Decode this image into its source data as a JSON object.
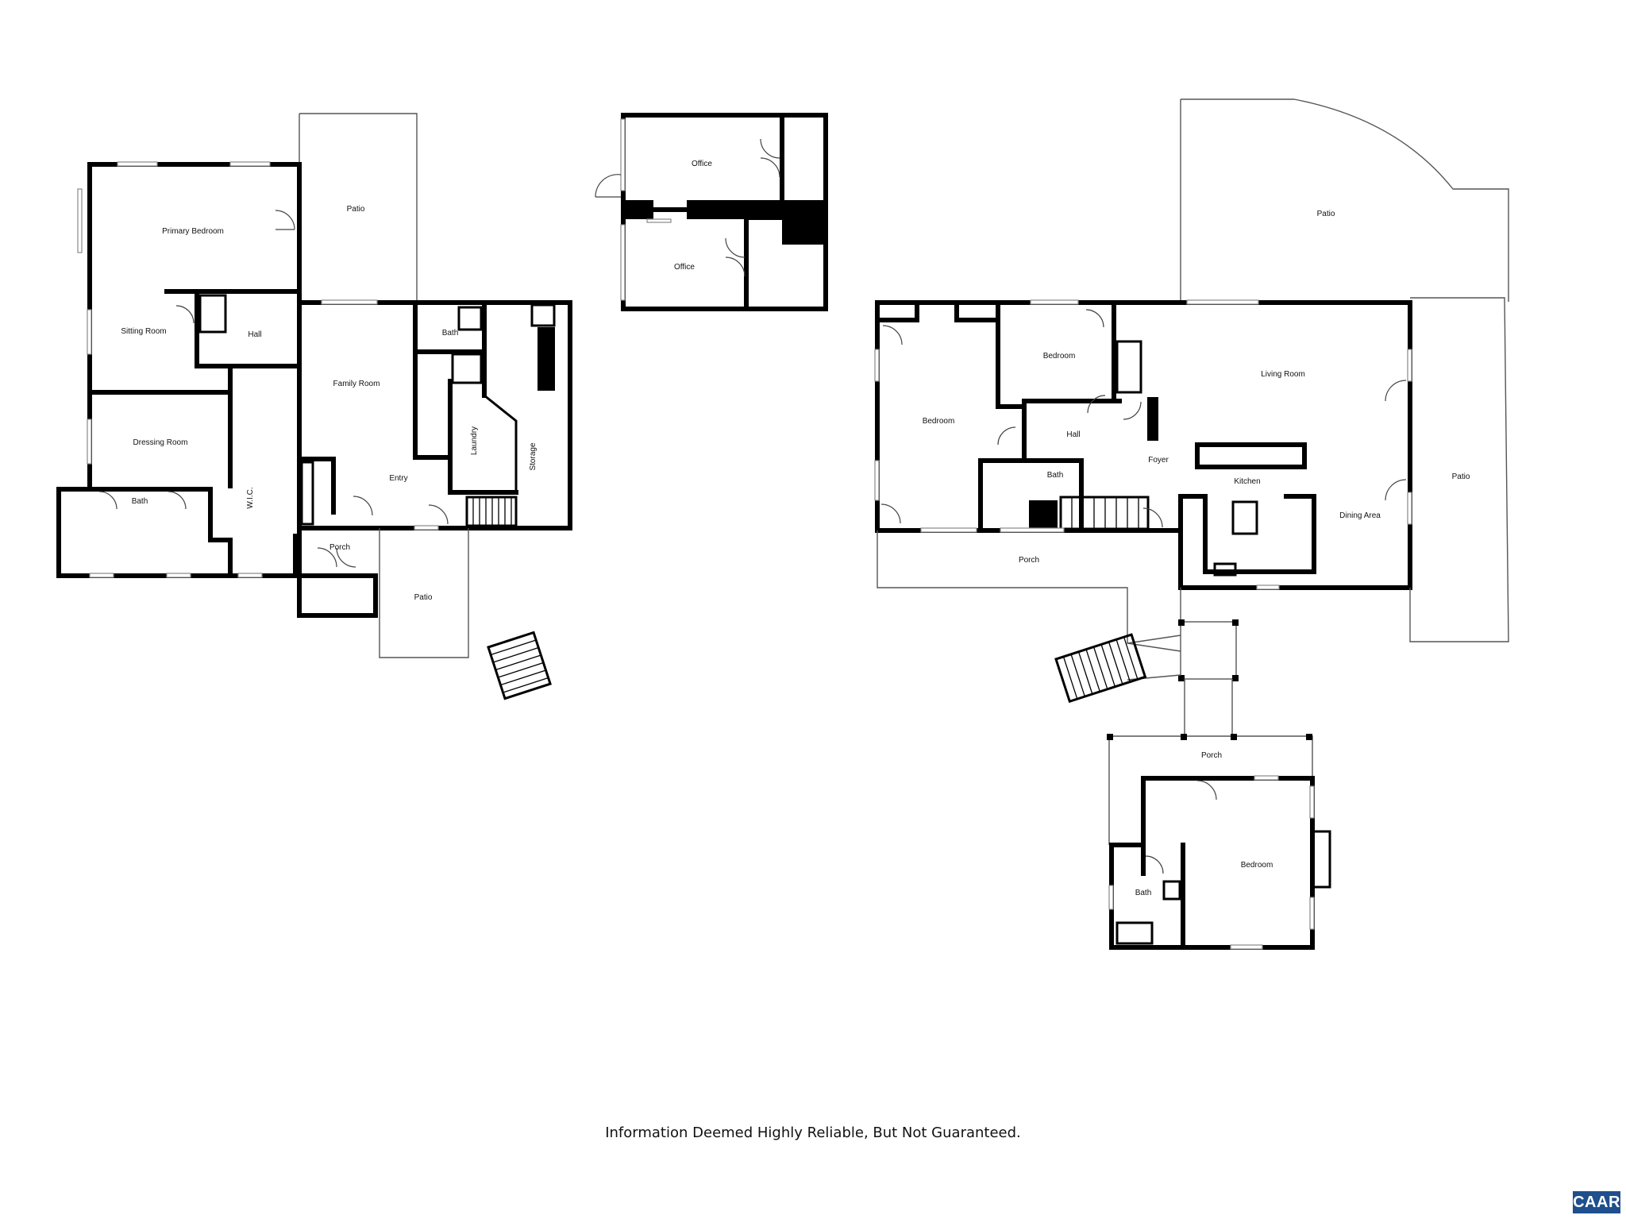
{
  "floor1": {
    "primary_bedroom": "Primary Bedroom",
    "patio_top": "Patio",
    "sitting_room": "Sitting Room",
    "hall": "Hall",
    "family_room": "Family Room",
    "bath_upper": "Bath",
    "dressing_room": "Dressing Room",
    "laundry": "Laundry",
    "storage": "Storage",
    "wic": "W.I.C.",
    "entry": "Entry",
    "bath_lower": "Bath",
    "porch": "Porch",
    "patio_bottom": "Patio"
  },
  "outbuilding": {
    "office_top": "Office",
    "office_bottom": "Office"
  },
  "floor2": {
    "patio_top": "Patio",
    "bedroom_left": "Bedroom",
    "bedroom_mid": "Bedroom",
    "living_room": "Living Room",
    "hall": "Hall",
    "foyer": "Foyer",
    "bath": "Bath",
    "kitchen": "Kitchen",
    "dining_area": "Dining Area",
    "patio_right": "Patio",
    "porch": "Porch"
  },
  "guest_house": {
    "porch": "Porch",
    "bedroom": "Bedroom",
    "bath": "Bath"
  },
  "footer": {
    "disclaimer": "Information Deemed Highly Reliable, But Not Guaranteed.",
    "logo_text": "CAAR"
  },
  "colors": {
    "walls": "#000000",
    "background": "#ffffff",
    "logo_bg": "#1f4f8c"
  }
}
